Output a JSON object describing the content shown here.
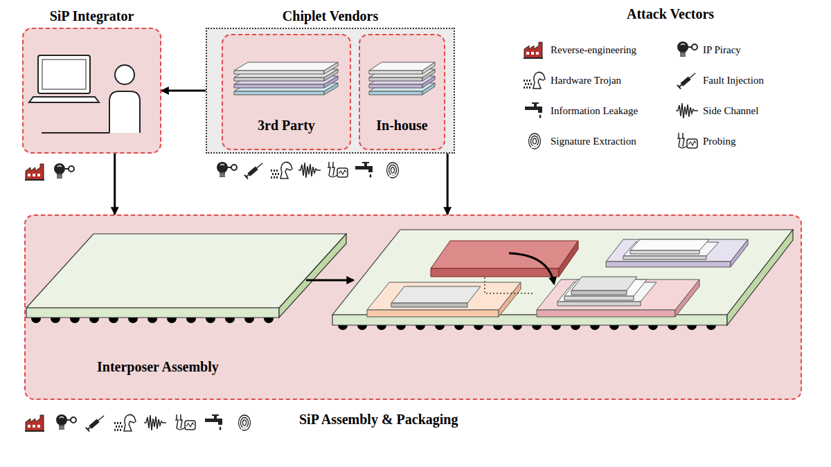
{
  "diagram": {
    "nodes": [
      {
        "text": [
          "SiP Integrator"
        ]
      },
      {
        "text": [
          "Chiplet Vendors"
        ]
      },
      {
        "text": [
          "3rd Party"
        ],
        "in": 1
      },
      {
        "text": [
          "In-house"
        ],
        "in": 1
      },
      {
        "text": [
          "SiP Assembly & Packaging"
        ]
      }
    ],
    "edges": [
      {
        "from": 1,
        "to": 0,
        "arrow": "to"
      },
      {
        "from": 0,
        "to": 4,
        "arrow": "to"
      },
      {
        "from": 1,
        "to": 4,
        "arrow": "to"
      }
    ],
    "labels": [
      "Attack Vectors",
      "Interposer Assembly"
    ],
    "legend": [
      {
        "text": "Reverse-engineering"
      },
      {
        "text": "IP Piracy"
      },
      {
        "text": "Hardware Trojan"
      },
      {
        "text": "Fault Injection"
      },
      {
        "text": "Information Leakage"
      },
      {
        "text": "Side Channel"
      },
      {
        "text": "Signature Extraction"
      },
      {
        "text": "Probing"
      }
    ]
  }
}
